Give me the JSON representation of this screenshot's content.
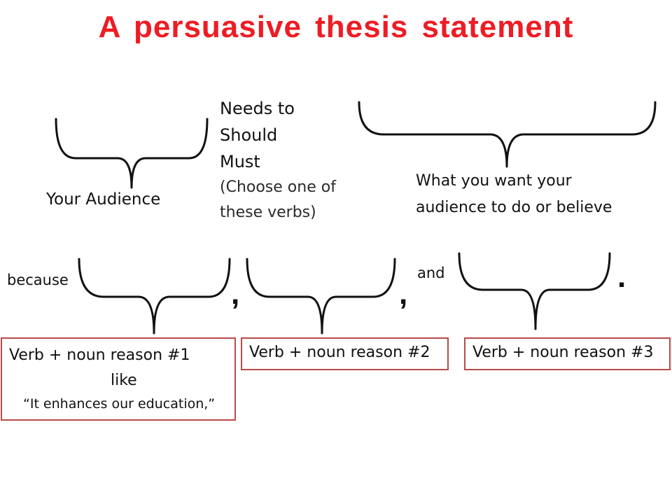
{
  "title": "A persuasive thesis statement",
  "verbs": {
    "options": [
      "Needs to",
      "Should",
      "Must"
    ],
    "hint": "(Choose one of these verbs)"
  },
  "audience_label": "Your Audience",
  "want_label": "What you want your audience to do or believe",
  "because_label": "because",
  "and_label": "and",
  "comma": ",",
  "period": ".",
  "reasons": [
    {
      "label": "Verb + noun reason #1",
      "connector": "like",
      "example": "“It enhances our education,”"
    },
    {
      "label": "Verb + noun reason #2"
    },
    {
      "label": "Verb + noun reason #3"
    }
  ],
  "colors": {
    "title": "#ee1c24",
    "box_border": "#b84a4a",
    "text": "#111111"
  }
}
